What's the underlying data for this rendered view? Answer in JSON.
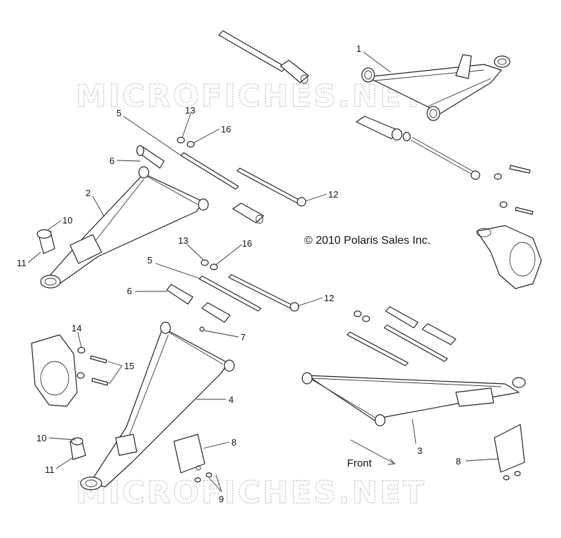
{
  "watermark": {
    "text": "MICROFICHES.NET"
  },
  "copyright": "© 2010 Polaris Sales Inc.",
  "direction_label": "Front",
  "callouts": {
    "p1": "1",
    "p2": "2",
    "p3": "3",
    "p4": "4",
    "p5a": "5",
    "p5b": "5",
    "p6a": "6",
    "p6b": "6",
    "p7": "7",
    "p8a": "8",
    "p8b": "8",
    "p9": "9",
    "p10a": "10",
    "p10b": "10",
    "p11a": "11",
    "p11b": "11",
    "p12a": "12",
    "p12b": "12",
    "p13a": "13",
    "p13b": "13",
    "p14": "14",
    "p15": "15",
    "p16a": "16",
    "p16b": "16"
  }
}
